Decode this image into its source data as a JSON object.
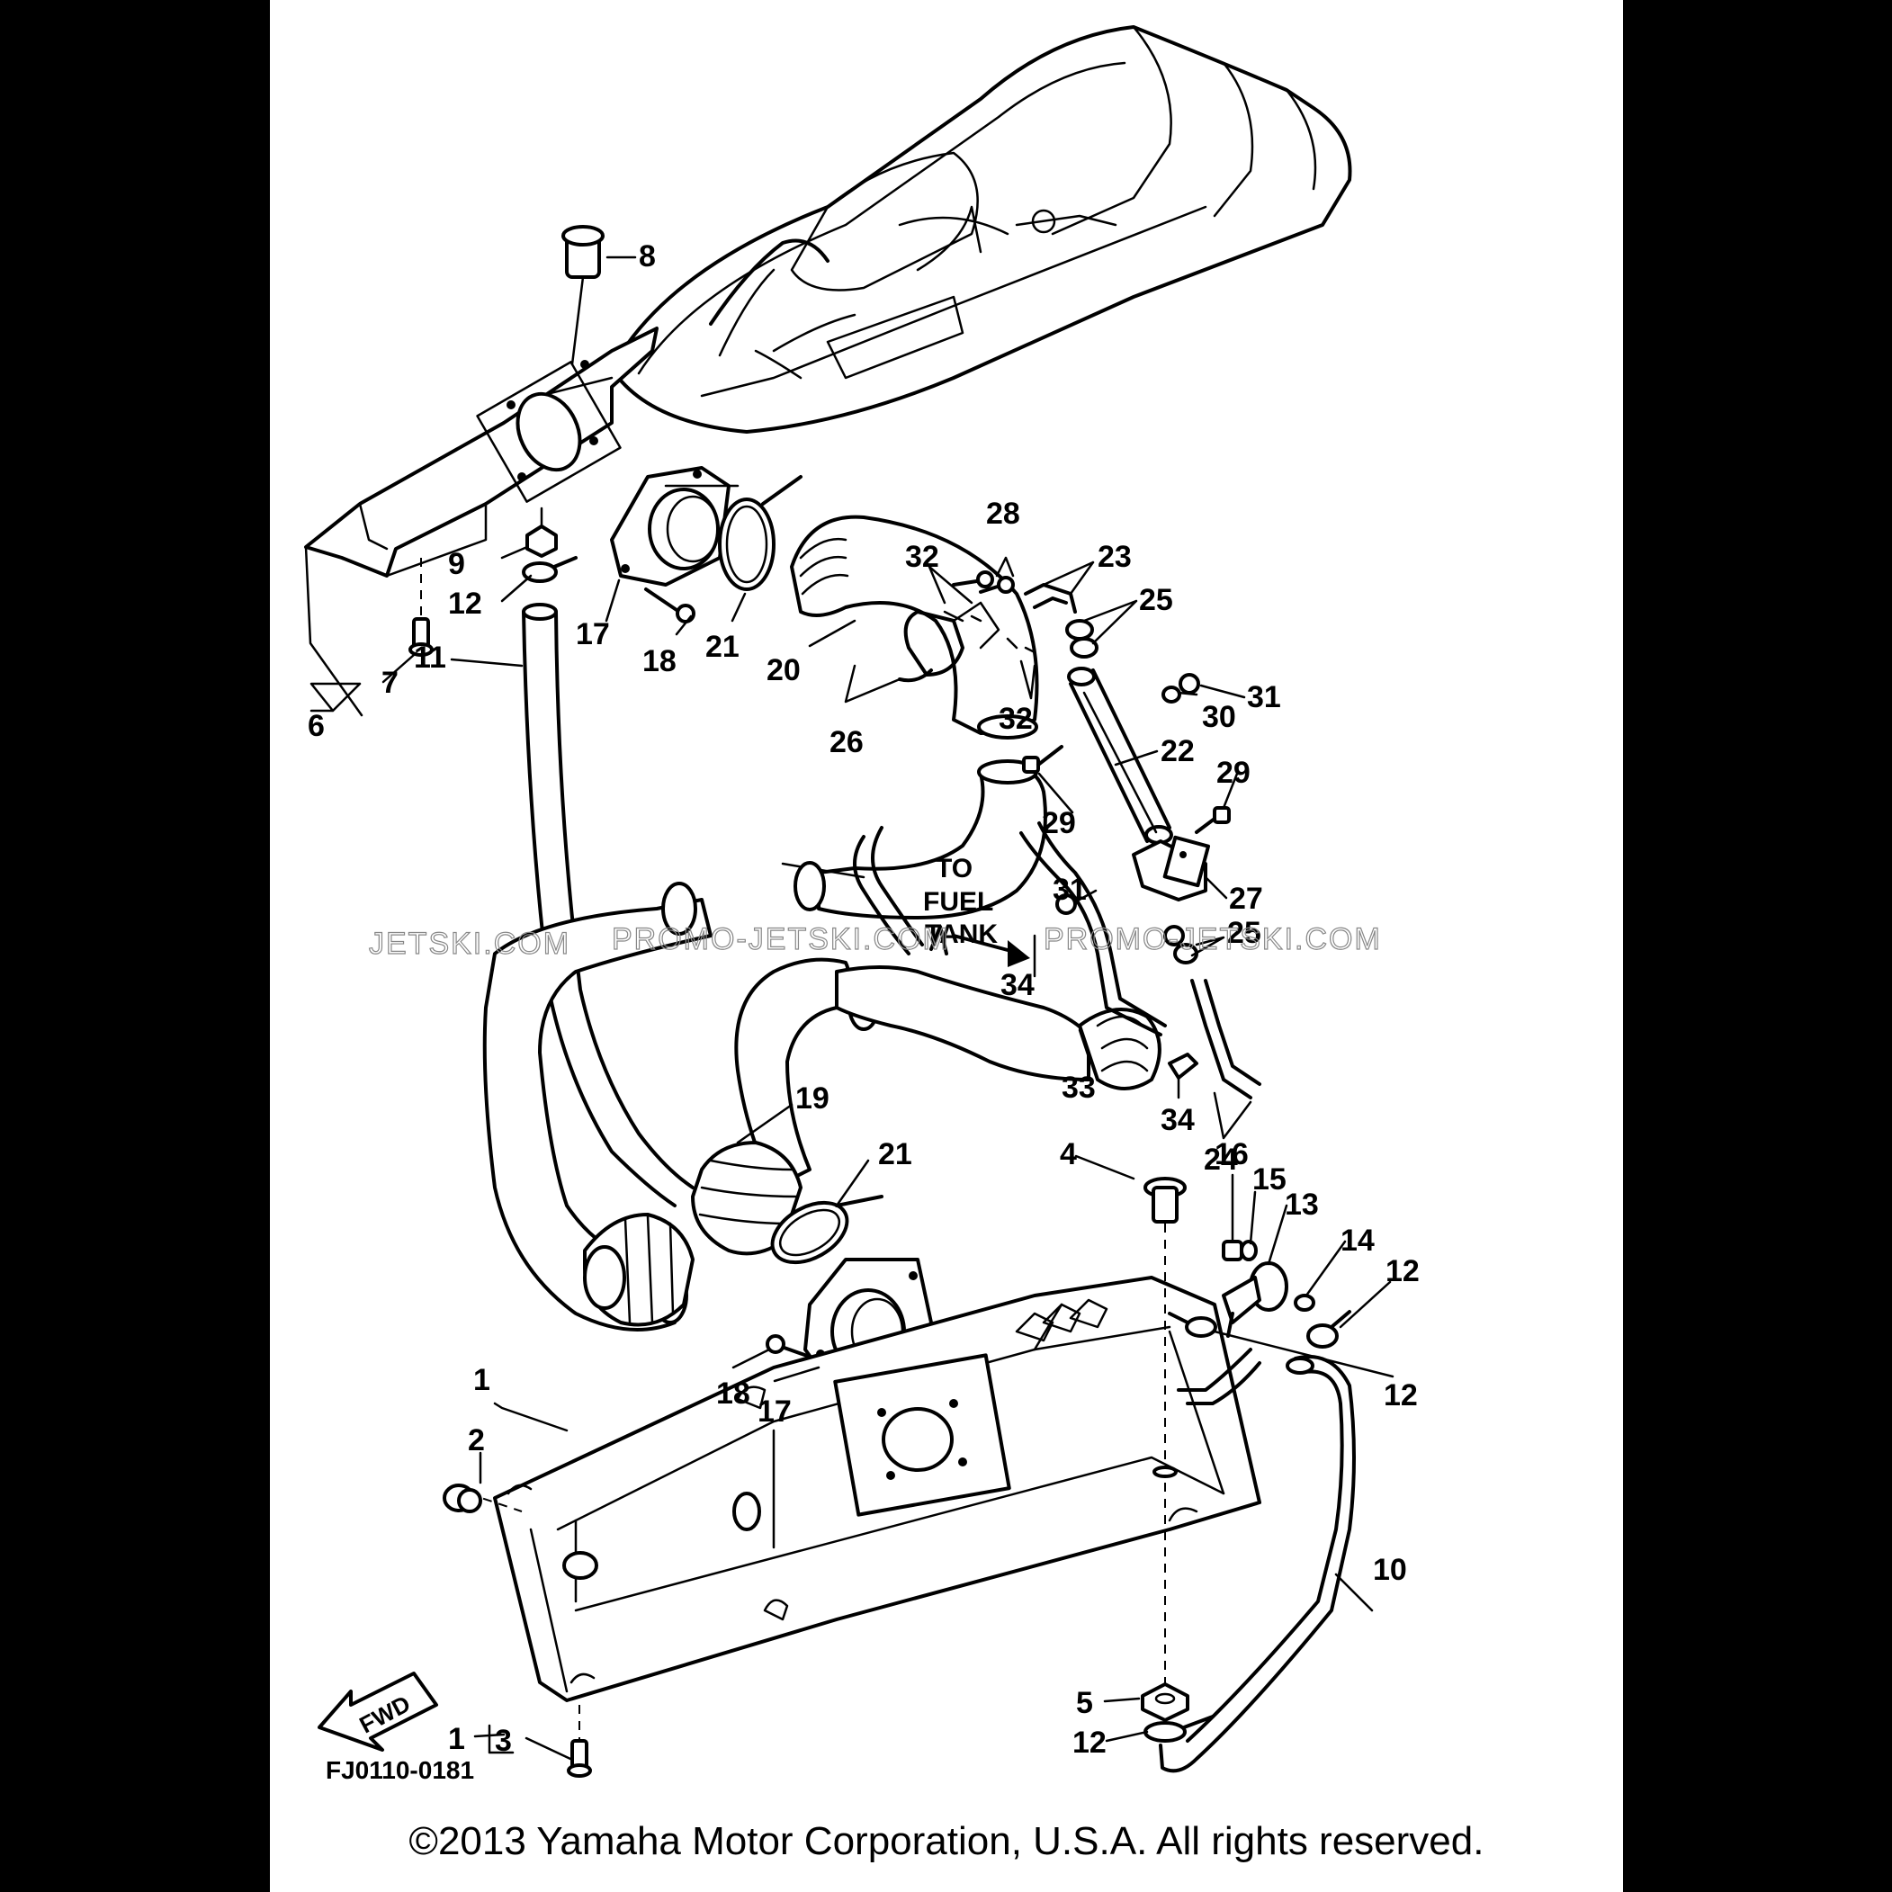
{
  "diagram": {
    "callouts": [
      "8",
      "9",
      "12",
      "7",
      "6",
      "11",
      "17",
      "18",
      "21",
      "20",
      "32",
      "28",
      "23",
      "25",
      "26",
      "32",
      "31",
      "30",
      "22",
      "29",
      "29",
      "31",
      "27",
      "25",
      "34",
      "33",
      "34",
      "24",
      "19",
      "21",
      "4",
      "16",
      "15",
      "13",
      "14",
      "12",
      "12",
      "1",
      "2",
      "18",
      "17",
      "10",
      "5",
      "12",
      "1",
      "3"
    ],
    "note": [
      "TO",
      "FUEL",
      "TANK"
    ],
    "fwd": "FWD",
    "code": "FJ0110-0181",
    "watermark": [
      "JETSKI.COM",
      "PROMO-JETSKI.COM",
      "PROMO-JETSKI.COM"
    ],
    "copyright": "©2013 Yamaha Motor Corporation, U.S.A. All rights reserved."
  }
}
